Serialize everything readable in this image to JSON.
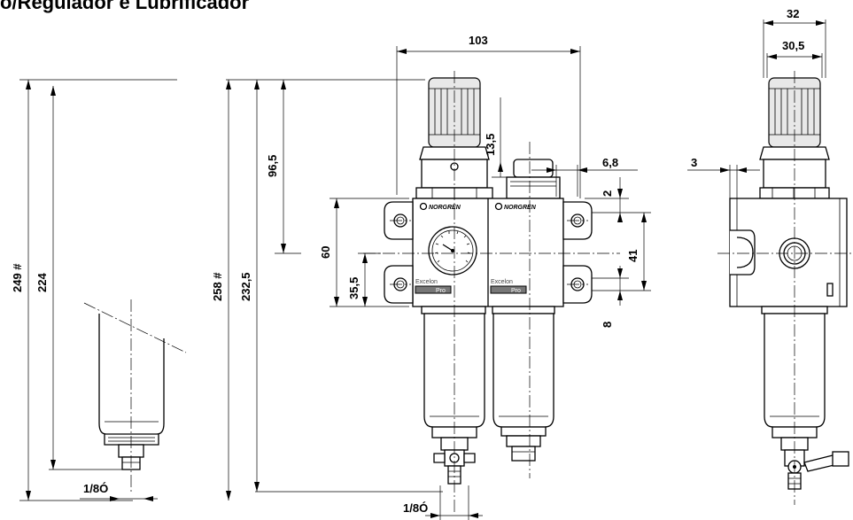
{
  "title": "o/Regulador e Lubrificador",
  "brand": {
    "left_unit": "NORGREN",
    "right_unit": "NORGREN",
    "model_line1": "Excelon",
    "model_line2": "Pro"
  },
  "dimensions": {
    "total_width": "103",
    "side_width": "32",
    "side_inner_width": "30,5",
    "knob_offset": "13,5",
    "top_to_port": "96,5",
    "lub_step": "6,8",
    "side_offset": "3",
    "small_gap": "2",
    "block_height": "60",
    "mount_spacing": "41",
    "port_offset": "35,5",
    "slot_width": "8",
    "bowl_removal_height_a": "249 #",
    "bowl_length": "224",
    "overall_height_a": "258 #",
    "overall_height_b": "232,5",
    "drain_port_left": "1/8Ó",
    "drain_port_center": "1/8Ó"
  }
}
